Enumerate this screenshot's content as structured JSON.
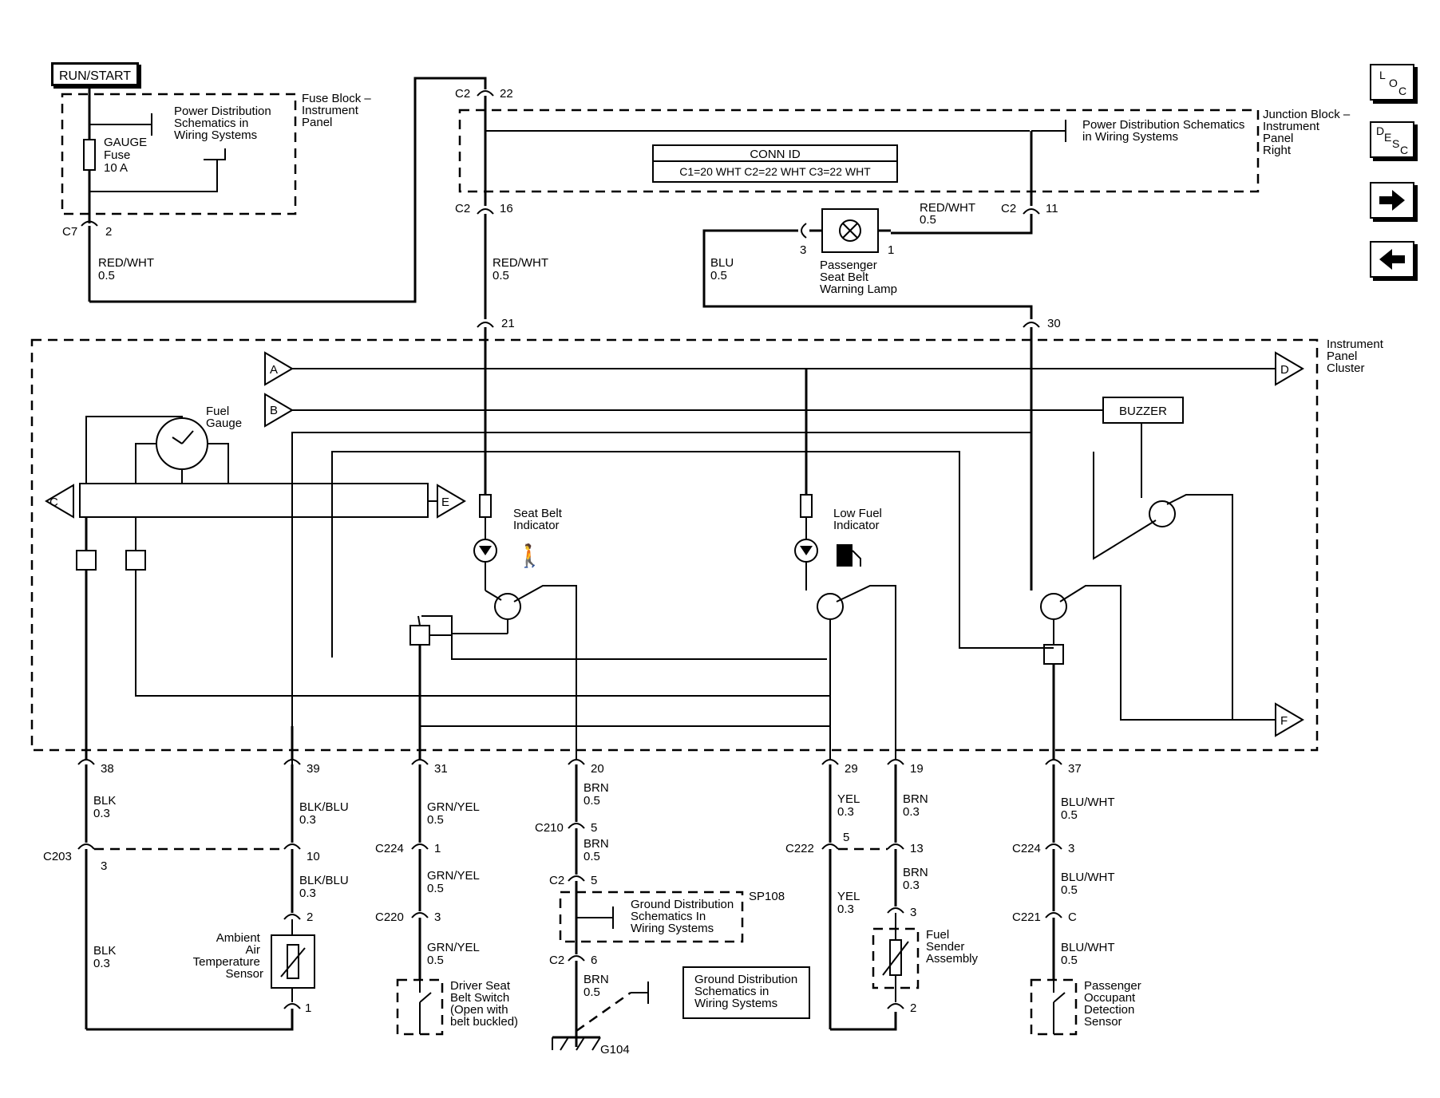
{
  "power": {
    "run_start": "RUN/START"
  },
  "fuse_block": {
    "title": [
      "Fuse Block –",
      "Instrument",
      "Panel"
    ],
    "fuse_name": "GAUGE",
    "fuse_type": "Fuse",
    "fuse_rating": "10 A",
    "power_ref": [
      "Power Distribution",
      "Schematics in",
      "Wiring  Systems"
    ]
  },
  "junction_block": {
    "title": [
      "Junction Block –",
      "Instrument",
      "Panel",
      "Right"
    ],
    "power_ref": [
      "Power Distribution Schematics",
      "in Wiring Systems"
    ],
    "conn_id_title": "CONN ID",
    "conn_id": "C1=20 WHT   C2=22 WHT   C3=22 WHT"
  },
  "cluster": {
    "title": [
      "Instrument",
      "Panel",
      "Cluster"
    ],
    "buzzer": "BUZZER",
    "fuel_gauge": [
      "Fuel",
      "Gauge"
    ],
    "seat_belt_indicator": [
      "Seat Belt",
      "Indicator"
    ],
    "low_fuel_indicator": [
      "Low Fuel",
      "Indicator"
    ],
    "connectors": {
      "a": "A",
      "b": "B",
      "c": "C",
      "d": "D",
      "e": "E",
      "f": "F"
    }
  },
  "lamp": {
    "label": [
      "Passenger",
      "Seat Belt",
      "Warning Lamp"
    ],
    "pin3": "3",
    "pin1": "1"
  },
  "connectors": {
    "c7": "C7",
    "c7_pin": "2",
    "c2_22": "22",
    "c2_16": "16",
    "c2_11": "11",
    "c2": "C2",
    "p21": "21",
    "p30": "30",
    "p38": "38",
    "p39": "39",
    "p31": "31",
    "p20": "20",
    "p29": "29",
    "p19": "19",
    "p37": "37",
    "c203": "C203",
    "c203_3": "3",
    "c203_10": "10",
    "c224": "C224",
    "c224_1": "1",
    "c224_3": "3",
    "c220": "C220",
    "c220_3": "3",
    "c210": "C210",
    "c210_5": "5",
    "c2_5": "5",
    "c2_6": "6",
    "c222": "C222",
    "c222_5": "5",
    "c222_13": "13",
    "c221": "C221",
    "c221_c": "C",
    "sensor_2": "2",
    "sensor_1": "1",
    "fuel_3": "3",
    "fuel_2": "2"
  },
  "wires": {
    "red_wht_1": "RED/WHT",
    "red_wht_1_g": "0.5",
    "red_wht_2": "RED/WHT",
    "red_wht_2_g": "0.5",
    "red_wht_3": "RED/WHT",
    "red_wht_3_g": "0.5",
    "blu": "BLU",
    "blu_g": "0.5",
    "blk_1": "BLK",
    "blk_1_g": "0.3",
    "blk_2": "BLK",
    "blk_2_g": "0.3",
    "blk_blu_1": "BLK/BLU",
    "blk_blu_1_g": "0.3",
    "blk_blu_2": "BLK/BLU",
    "blk_blu_2_g": "0.3",
    "grn_yel_1": "GRN/YEL",
    "grn_yel_1_g": "0.5",
    "grn_yel_2": "GRN/YEL",
    "grn_yel_2_g": "0.5",
    "grn_yel_3": "GRN/YEL",
    "grn_yel_3_g": "0.5",
    "brn_1": "BRN",
    "brn_1_g": "0.5",
    "brn_2": "BRN",
    "brn_2_g": "0.5",
    "brn_3": "BRN",
    "brn_3_g": "0.5",
    "brn_4": "BRN",
    "brn_4_g": "0.3",
    "brn_5": "BRN",
    "brn_5_g": "0.3",
    "yel_1": "YEL",
    "yel_1_g": "0.3",
    "yel_2": "YEL",
    "yel_2_g": "0.3",
    "blu_wht_1": "BLU/WHT",
    "blu_wht_1_g": "0.5",
    "blu_wht_2": "BLU/WHT",
    "blu_wht_2_g": "0.5",
    "blu_wht_3": "BLU/WHT",
    "blu_wht_3_g": "0.5"
  },
  "components": {
    "ambient_sensor": [
      "Ambient",
      "Air",
      "Temperature",
      "Sensor"
    ],
    "driver_switch": [
      "Driver Seat",
      "Belt Switch",
      "(Open with",
      "belt buckled)"
    ],
    "ground_ref_1": [
      "Ground Distribution",
      "Schematics In",
      "Wiring Systems"
    ],
    "sp108": "SP108",
    "ground_ref_2": [
      "Ground Distribution",
      "Schematics in",
      "Wiring Systems"
    ],
    "g104": "G104",
    "fuel_sender": [
      "Fuel",
      "Sender",
      "Assembly"
    ],
    "occupant_sensor": [
      "Passenger",
      "Occupant",
      "Detection",
      "Sensor"
    ]
  },
  "nav": {
    "loc": [
      "L",
      "O",
      "C"
    ],
    "desc": [
      "D",
      "E",
      "S",
      "C"
    ],
    "forward": "arrow-right",
    "back": "arrow-left"
  }
}
